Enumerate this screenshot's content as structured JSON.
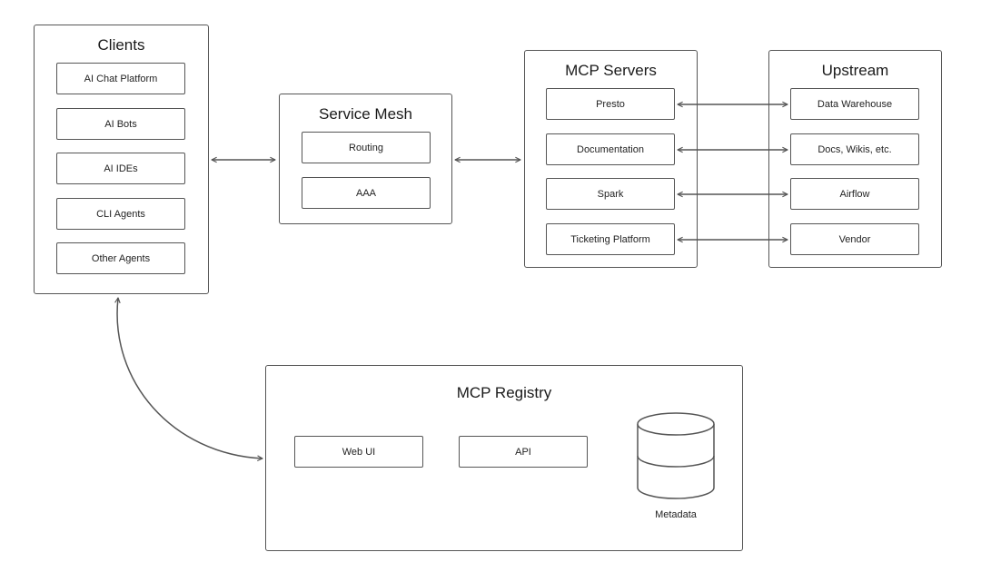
{
  "clients": {
    "title": "Clients",
    "items": [
      "AI Chat Platform",
      "AI Bots",
      "AI IDEs",
      "CLI Agents",
      "Other Agents"
    ]
  },
  "service_mesh": {
    "title": "Service Mesh",
    "items": [
      "Routing",
      "AAA"
    ]
  },
  "mcp_servers": {
    "title": "MCP Servers",
    "items": [
      "Presto",
      "Documentation",
      "Spark",
      "Ticketing Platform"
    ]
  },
  "upstream": {
    "title": "Upstream",
    "items": [
      "Data Warehouse",
      "Docs, Wikis, etc.",
      "Airflow",
      "Vendor"
    ]
  },
  "registry": {
    "title": "MCP Registry",
    "web_ui": "Web UI",
    "api": "API",
    "metadata": "Metadata"
  },
  "colors": {
    "stroke": "#555555",
    "text": "#1a1a1a",
    "background": "#ffffff"
  }
}
